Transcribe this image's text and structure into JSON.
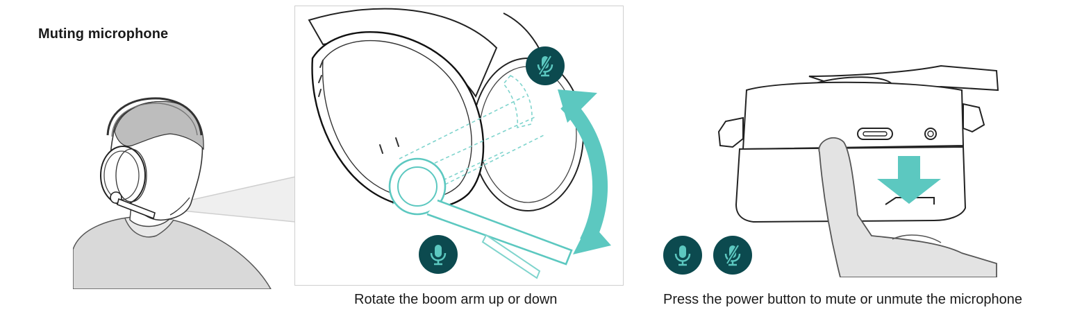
{
  "section": {
    "title": "Muting microphone"
  },
  "captions": {
    "rotate": "Rotate the boom arm up or down",
    "press": "Press the power button to mute or unmute the microphone"
  },
  "colors": {
    "badge": "#0c4a4f",
    "teal": "#5cc8c0",
    "teal_line": "#7fd4cd",
    "gray_fill": "#d9d9d9",
    "outline": "#222222"
  },
  "icons": {
    "mic_on": "microphone-icon",
    "mic_off": "microphone-muted-icon",
    "rotate_arrow": "double-arrow-icon",
    "press_arrow": "down-arrow-icon"
  }
}
